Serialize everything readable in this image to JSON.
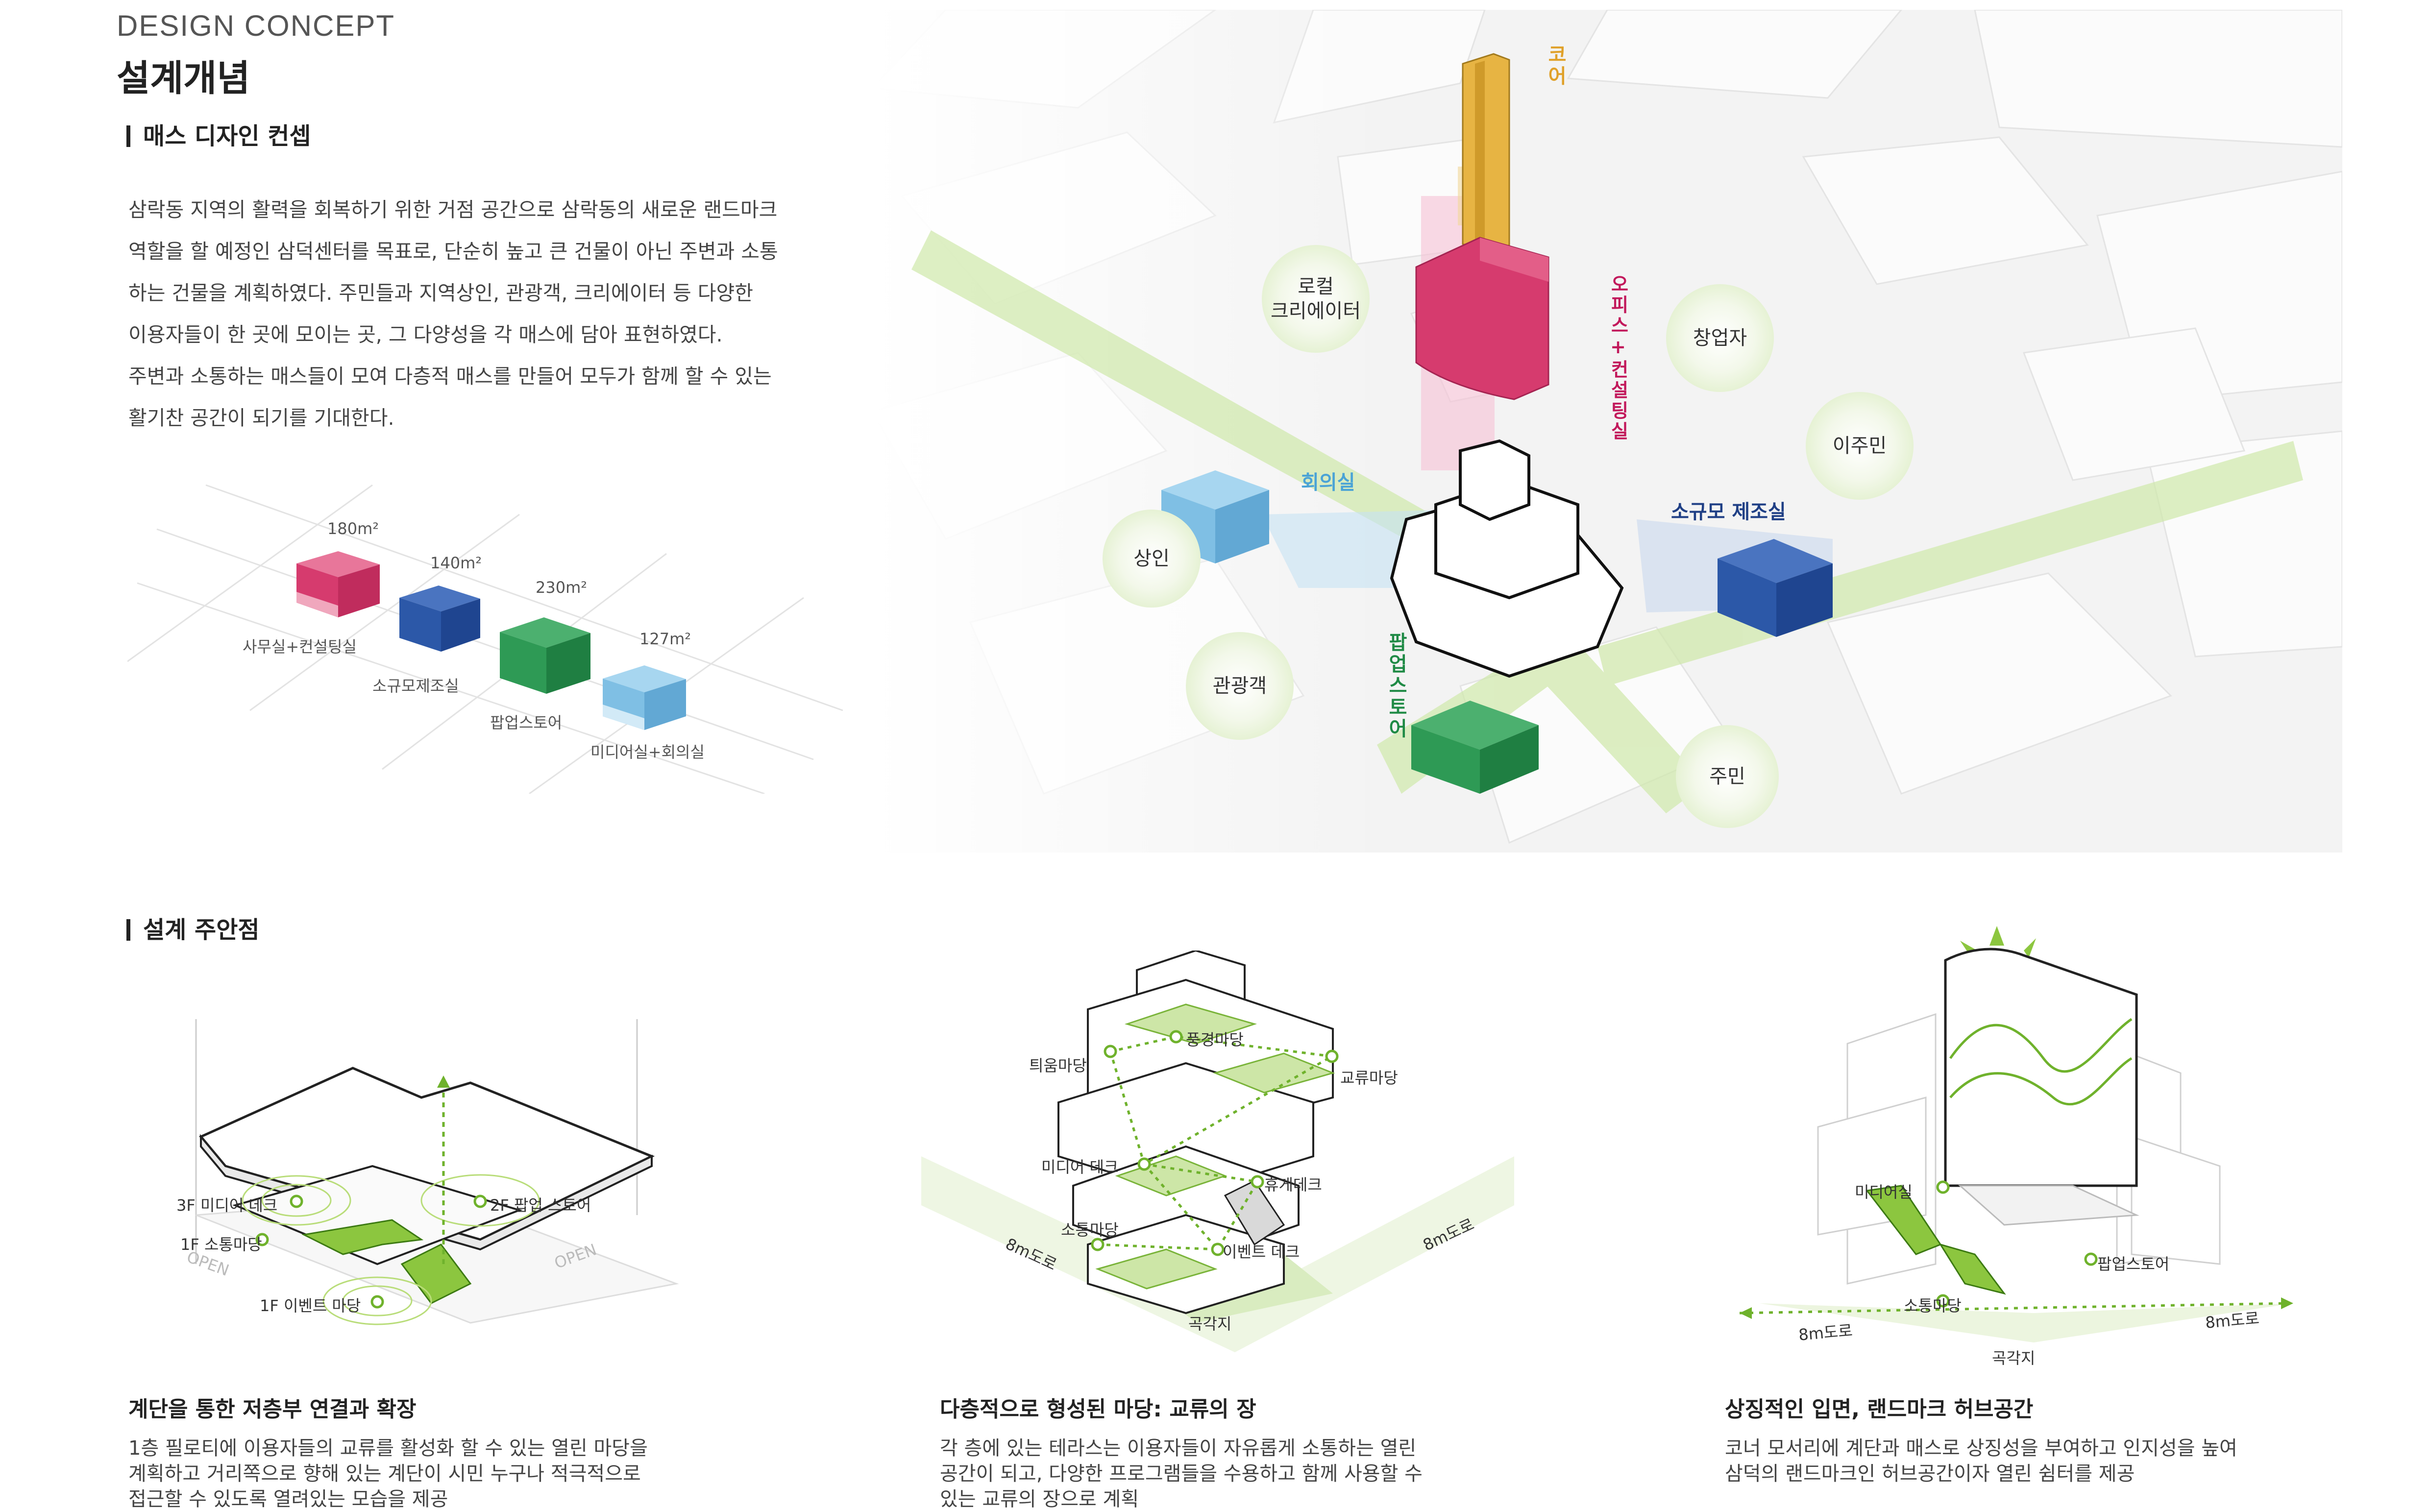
{
  "header": {
    "eyebrow": "DESIGN CONCEPT",
    "title": "설계개념",
    "section1": "매스 디자인 컨셉"
  },
  "concept_text": [
    "삼락동 지역의 활력을 회복하기 위한 거점 공간으로 삼락동의 새로운 랜드마크",
    "역할을 할 예정인 삼덕센터를 목표로, 단순히 높고 큰 건물이 아닌 주변과 소통",
    "하는 건물을 계획하였다. 주민들과 지역상인, 관광객, 크리에이터 등 다양한",
    "이용자들이 한 곳에 모이는 곳, 그 다양성을 각 매스에 담아 표현하였다.",
    "주변과 소통하는 매스들이 모여 다층적 매스를 만들어 모두가 함께 할 수 있는",
    "활기찬 공간이 되기를 기대한다."
  ],
  "masses": [
    {
      "area": "180m²",
      "name": "사무실+컨설팅실",
      "color": "#d63b6e"
    },
    {
      "area": "140m²",
      "name": "소규모제조실",
      "color": "#2c58a8"
    },
    {
      "area": "230m²",
      "name": "팝업스토어",
      "color": "#2e9a55"
    },
    {
      "area": "127m²",
      "name": "미디어실+회의실",
      "color": "#7fbfe4"
    }
  ],
  "main_diagram": {
    "core": "코어",
    "office": "오피스+컨설팅실",
    "meeting": "회의실",
    "manufacturing": "소규모 제조실",
    "popup": "팝업스토어",
    "users": {
      "local_creator_1": "로컬",
      "local_creator_2": "크리에이터",
      "startup": "창업자",
      "migrant": "이주민",
      "merchant": "상인",
      "tourist": "관광객",
      "resident": "주민"
    }
  },
  "section2": "설계 주안점",
  "details": [
    {
      "title": "계단을 통한 저층부 연결과 확장",
      "body": [
        "1층 필로티에 이용자들의 교류를 활성화 할 수 있는 열린 마당을",
        "계획하고 거리쪽으로 향해 있는 계단이 시민 누구나 적극적으로",
        "접근할 수 있도록 열려있는 모습을 제공"
      ],
      "labels": {
        "media_deck": "3F 미디어 데크",
        "popup": "2F 팝업 스토어",
        "comm_yard": "1F 소통마당",
        "event_yard": "1F 이벤트 마당",
        "open1": "OPEN",
        "open2": "OPEN"
      }
    },
    {
      "title": "다층적으로 형성된 마당: 교류의 장",
      "body": [
        "각 층에 있는 테라스는 이용자들이 자유롭게 소통하는 열린",
        "공간이 되고, 다양한 프로그램들을 수용하고 함께 사용할 수",
        "있는 교류의 장으로 계획"
      ],
      "labels": {
        "scenery": "풍경마당",
        "open_yard": "틔움마당",
        "exchange": "교류마당",
        "media_deck": "미디어 데크",
        "rest_deck": "휴게데크",
        "comm_yard": "소통마당",
        "event_deck": "이벤트 데크",
        "road_left": "8m도로",
        "road_right": "8m도로",
        "corner": "곡각지"
      }
    },
    {
      "title": "상징적인 입면, 랜드마크 허브공간",
      "body": [
        "코너 모서리에 계단과 매스로 상징성을 부여하고 인지성을 높여",
        "삼덕의 랜드마크인 허브공간이자 열린 쉼터를 제공"
      ],
      "labels": {
        "media_room": "미디어실",
        "popup": "팝업스토어",
        "comm_yard": "소통마당",
        "road_left": "8m도로",
        "road_right": "8m도로",
        "corner": "곡각지"
      }
    }
  ]
}
